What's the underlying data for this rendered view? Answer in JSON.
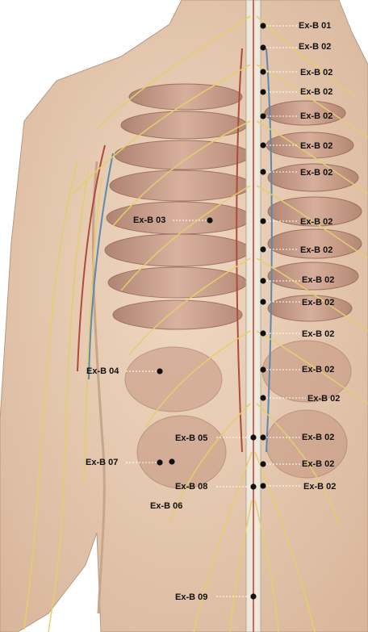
{
  "figure": {
    "subject": "posterior torso anatomy with Ex-B acupuncture points",
    "colors": {
      "skin": "#e8ccb4",
      "muscle": "#b06c5c",
      "nerve": "#e4cf6c",
      "spine": "#eee7dc",
      "point": "#111111"
    }
  },
  "labels": {
    "b01": "Ex-B 01",
    "b02": "Ex-B 02",
    "b03": "Ex-B 03",
    "b04": "Ex-B 04",
    "b05": "Ex-B 05",
    "b06": "Ex-B 06",
    "b07": "Ex-B 07",
    "b08": "Ex-B 08",
    "b09": "Ex-B 09"
  }
}
